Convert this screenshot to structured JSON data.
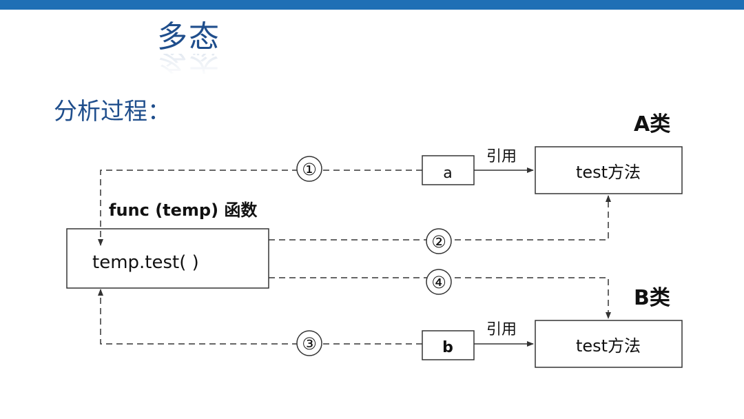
{
  "slide": {
    "title": "多态",
    "subtitle": "分析过程："
  },
  "diagram": {
    "class_a": {
      "label": "A类",
      "method_label": "test方法",
      "ref_var": "a",
      "ref_label": "引用"
    },
    "class_b": {
      "label": "B类",
      "method_label": "test方法",
      "ref_var": "b",
      "ref_label": "引用"
    },
    "function": {
      "label": "func (temp) 函数",
      "call_label": "temp.test( )"
    },
    "steps": [
      "①",
      "②",
      "③",
      "④"
    ]
  },
  "colors": {
    "accent_bar": "#1f6fb5",
    "title_text": "#1f4e8c",
    "line": "#333333"
  }
}
